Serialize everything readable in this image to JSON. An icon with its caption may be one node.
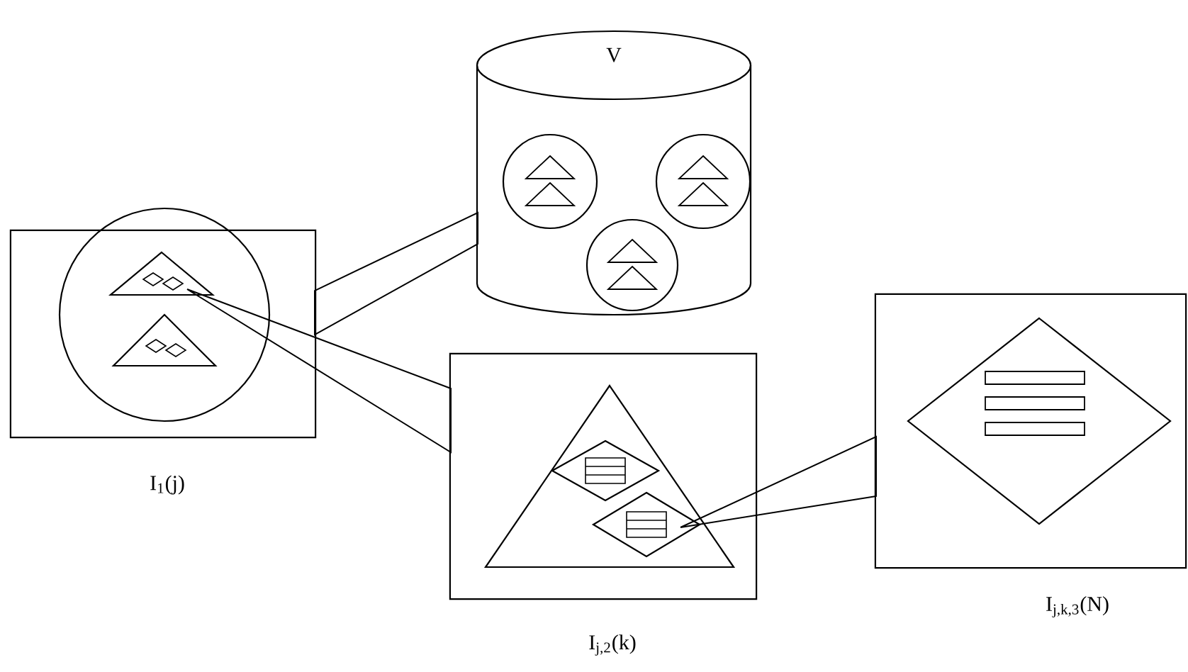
{
  "diagram": {
    "nodes": [
      {
        "text": [
          "V"
        ]
      },
      {
        "text": [],
        "shape": "circle",
        "in": 0
      },
      {
        "text": [],
        "shape": "circle",
        "in": 0
      },
      {
        "text": [],
        "shape": "circle",
        "in": 0
      },
      {
        "text": [],
        "shape": "box",
        "beside": [
          "I$_{1}$(j)"
        ]
      },
      {
        "text": [],
        "shape": "circle",
        "in": 4
      },
      {
        "text": [],
        "shape": "triangle",
        "in": 5
      },
      {
        "text": [],
        "shape": "triangle",
        "in": 5
      },
      {
        "text": [],
        "shape": "box",
        "beside": [
          "I$_{j,2}$(k)"
        ]
      },
      {
        "text": [],
        "shape": "triangle",
        "in": 8
      },
      {
        "text": [],
        "shape": "diamond",
        "in": 9
      },
      {
        "text": [],
        "shape": "diamond",
        "in": 9
      },
      {
        "text": [],
        "shape": "box",
        "beside": [
          "I$_{j,k,3}$(N)"
        ]
      },
      {
        "text": [],
        "shape": "diamond",
        "in": 12
      }
    ],
    "edges": [
      {
        "from": 4,
        "to": 0,
        "arrow": "none"
      },
      {
        "from": 6,
        "to": 8,
        "arrow": "none"
      },
      {
        "from": 11,
        "to": 12,
        "arrow": "none"
      }
    ]
  }
}
